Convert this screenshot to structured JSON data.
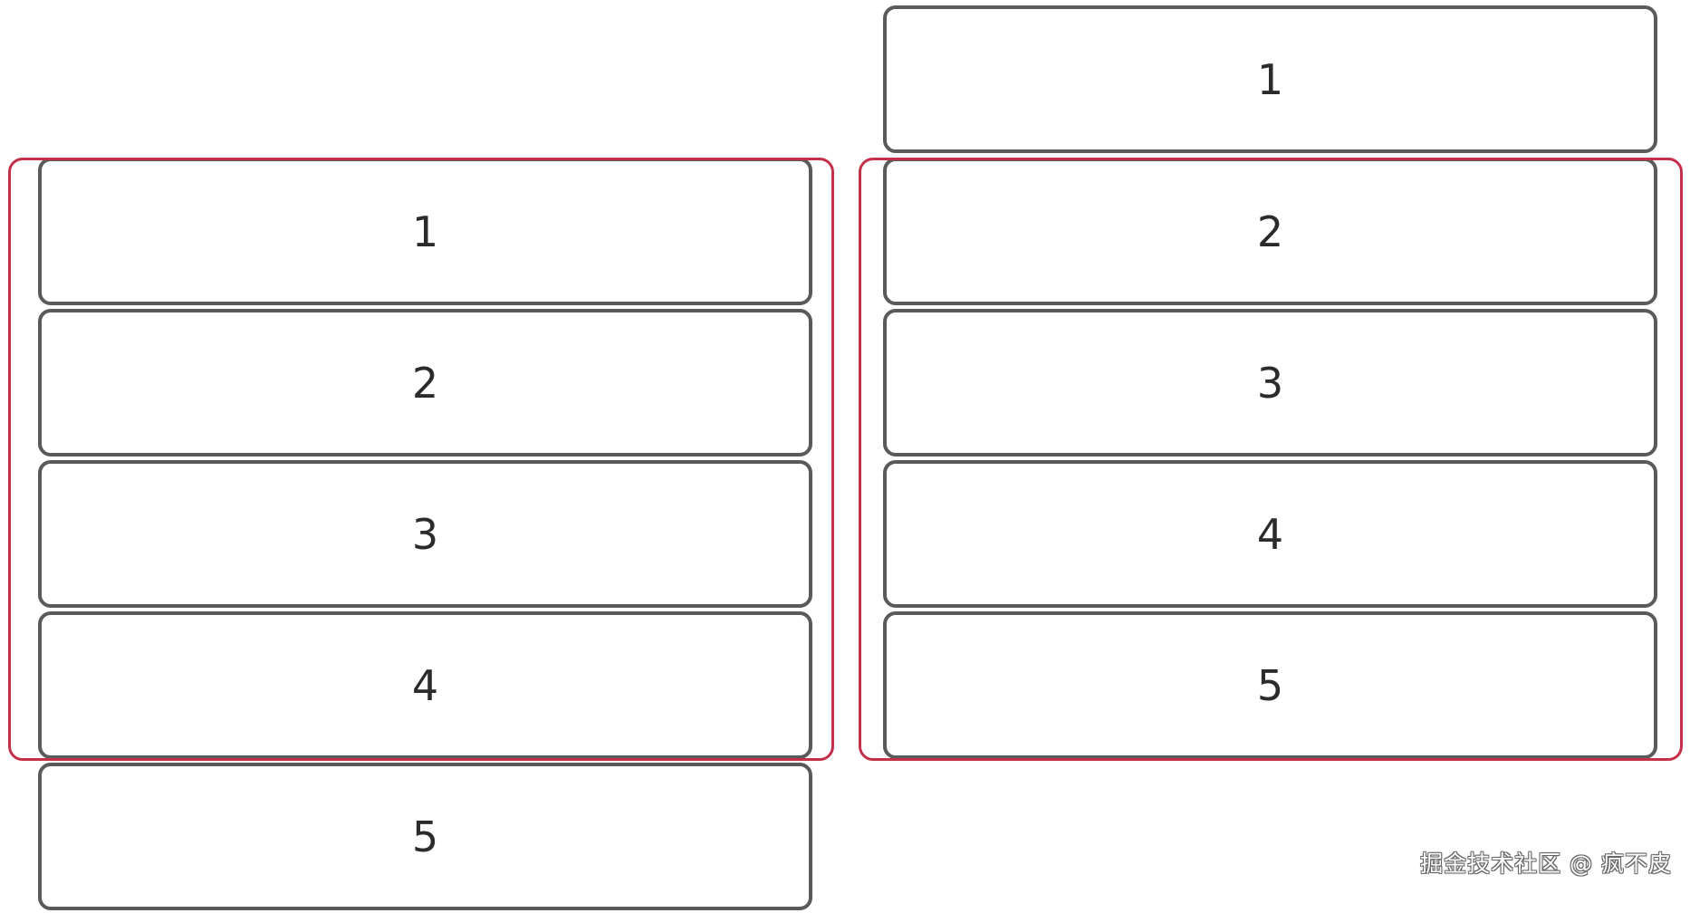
{
  "diagram": {
    "left_column": {
      "items": [
        "1",
        "2",
        "3",
        "4",
        "5"
      ]
    },
    "right_column": {
      "items": [
        "1",
        "2",
        "3",
        "4",
        "5"
      ]
    },
    "colors": {
      "item_border": "#5a5a5a",
      "viewport_border": "#c3304a",
      "text": "#2b2b2b"
    }
  },
  "watermark": "掘金技术社区 @ 疯不皮"
}
